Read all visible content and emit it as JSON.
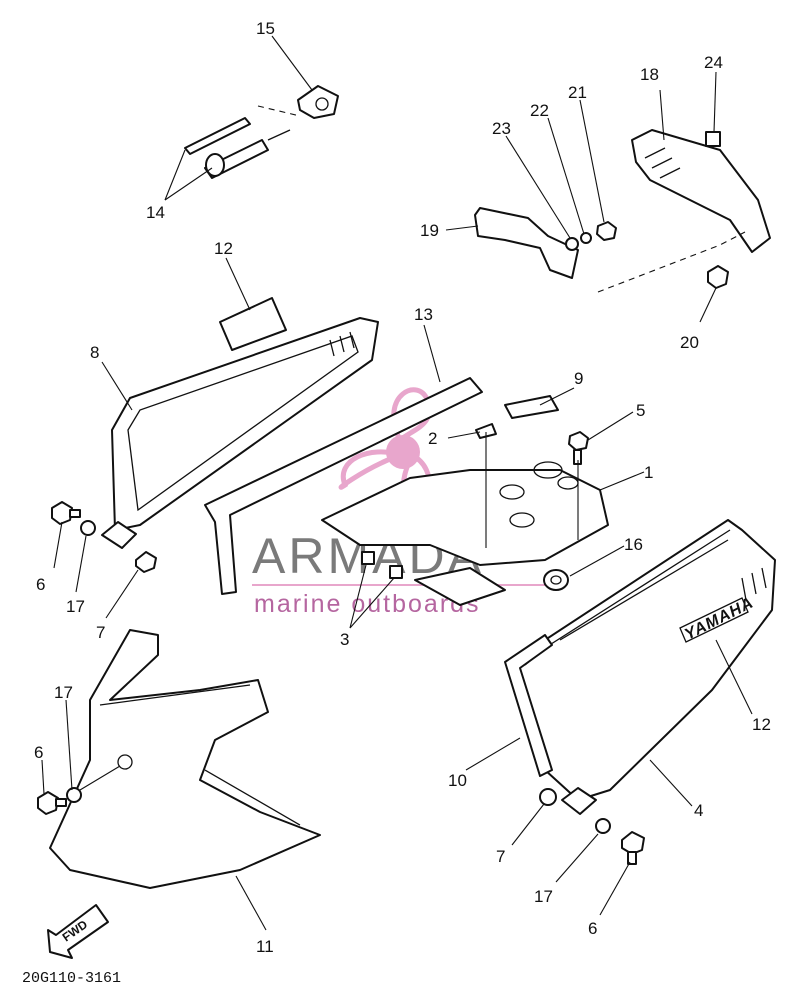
{
  "diagram": {
    "drawing_code": "20G110-3161",
    "direction_marker": "FWD",
    "cowling_brand": "YAMAHA",
    "callouts": {
      "c1": "1",
      "c2": "2",
      "c3": "3",
      "c4": "4",
      "c5": "5",
      "c6a": "6",
      "c6b": "6",
      "c6c": "6",
      "c7a": "7",
      "c7b": "7",
      "c8": "8",
      "c9": "9",
      "c10": "10",
      "c11": "11",
      "c12a": "12",
      "c12b": "12",
      "c13": "13",
      "c14": "14",
      "c15": "15",
      "c16": "16",
      "c17a": "17",
      "c17b": "17",
      "c17c": "17",
      "c18": "18",
      "c19": "19",
      "c20": "20",
      "c21": "21",
      "c22": "22",
      "c23": "23",
      "c24": "24"
    }
  },
  "watermark": {
    "title": "ARMADA",
    "subtitle": "marine outboards",
    "accent_color": "#e8a6cc",
    "text_color": "#7a7a7a"
  }
}
